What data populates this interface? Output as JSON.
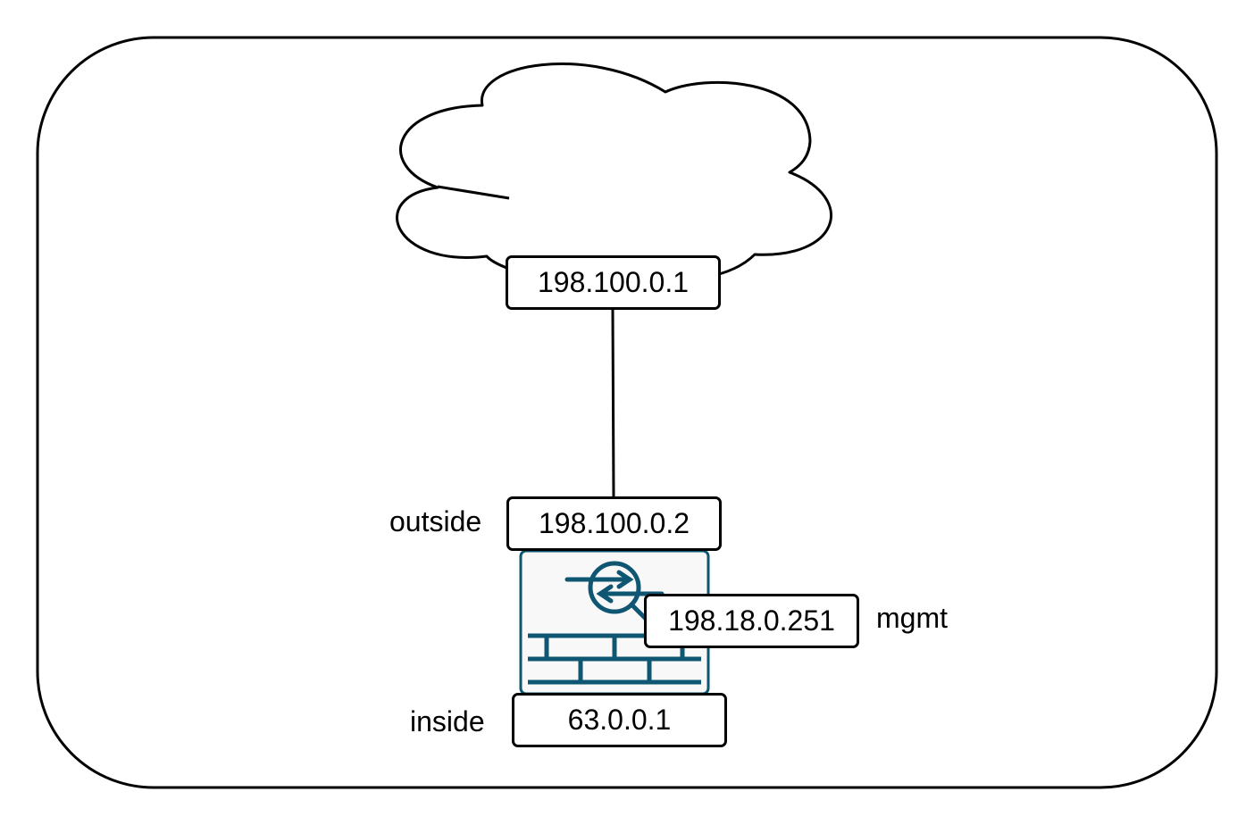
{
  "cloud": {
    "address": "198.100.0.1"
  },
  "firewall": {
    "outside": {
      "label": "outside",
      "address": "198.100.0.2"
    },
    "mgmt": {
      "label": "mgmt",
      "address": "198.18.0.251"
    },
    "inside": {
      "label": "inside",
      "address": "63.0.0.1"
    },
    "icon": "firewall-icon"
  },
  "colors": {
    "stroke": "#000000",
    "firewall_accent": "#0e5672",
    "firewall_fill": "#f8f8f8"
  }
}
